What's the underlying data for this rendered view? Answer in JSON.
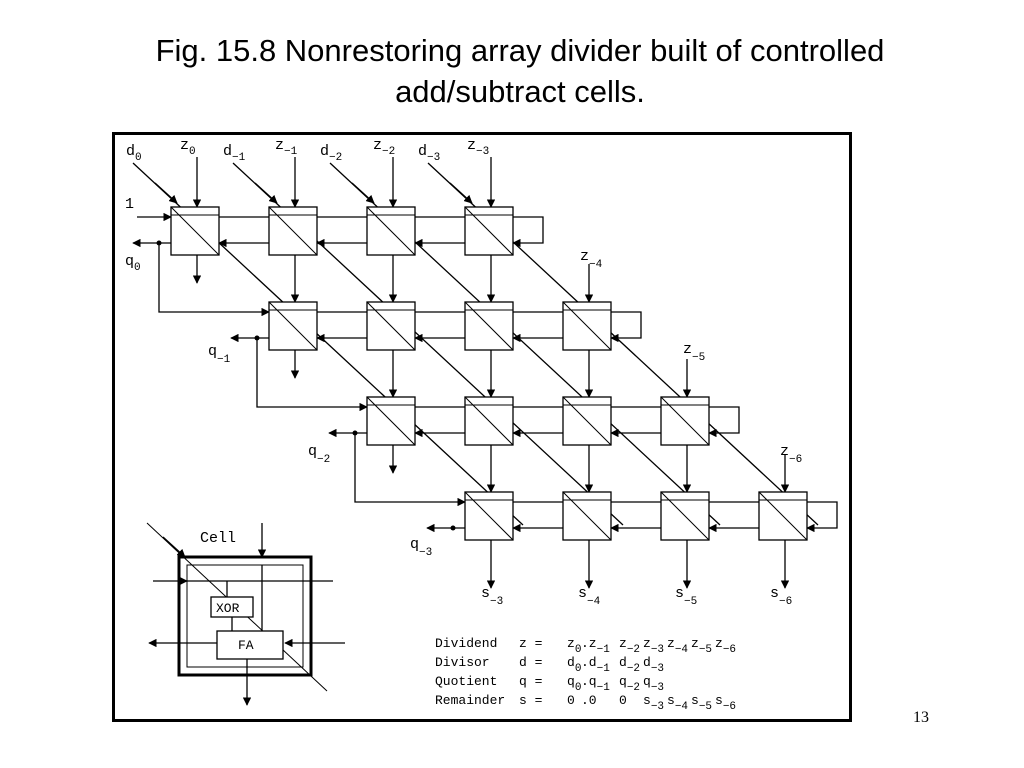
{
  "title": {
    "line1": "Fig. 15.8 Nonrestoring array divider built of controlled",
    "line2": "add/subtract cells."
  },
  "page_number": "13",
  "top_inputs": [
    {
      "base": "d",
      "sub": "0"
    },
    {
      "base": "z",
      "sub": "0"
    },
    {
      "base": "d",
      "sub": "−1"
    },
    {
      "base": "z",
      "sub": "−1"
    },
    {
      "base": "d",
      "sub": "−2"
    },
    {
      "base": "z",
      "sub": "−2"
    },
    {
      "base": "d",
      "sub": "−3"
    },
    {
      "base": "z",
      "sub": "−3"
    }
  ],
  "row_inputs": [
    {
      "base": "z",
      "sub": "−4"
    },
    {
      "base": "z",
      "sub": "−5"
    },
    {
      "base": "z",
      "sub": "−6"
    }
  ],
  "control_input": "1",
  "quotient_outputs": [
    {
      "base": "q",
      "sub": "0"
    },
    {
      "base": "q",
      "sub": "−1"
    },
    {
      "base": "q",
      "sub": "−2"
    },
    {
      "base": "q",
      "sub": "−3"
    }
  ],
  "remainder_outputs": [
    {
      "base": "s",
      "sub": "−3"
    },
    {
      "base": "s",
      "sub": "−4"
    },
    {
      "base": "s",
      "sub": "−5"
    },
    {
      "base": "s",
      "sub": "−6"
    }
  ],
  "cell_legend": {
    "title": "Cell",
    "xor": "XOR",
    "fa": "FA"
  },
  "notation_table": [
    {
      "name": "Dividend",
      "lhs": "z =",
      "digits": [
        {
          "b": "z",
          "s": "0"
        },
        {
          "b": ".z",
          "s": "−1"
        },
        {
          "b": "z",
          "s": "−2"
        },
        {
          "b": "z",
          "s": "−3"
        },
        {
          "b": "z",
          "s": "−4"
        },
        {
          "b": "z",
          "s": "−5"
        },
        {
          "b": "z",
          "s": "−6"
        }
      ]
    },
    {
      "name": "Divisor",
      "lhs": "d =",
      "digits": [
        {
          "b": "d",
          "s": "0"
        },
        {
          "b": ".d",
          "s": "−1"
        },
        {
          "b": "d",
          "s": "−2"
        },
        {
          "b": "d",
          "s": "−3"
        }
      ]
    },
    {
      "name": "Quotient",
      "lhs": "q =",
      "digits": [
        {
          "b": "q",
          "s": "0"
        },
        {
          "b": ".q",
          "s": "−1"
        },
        {
          "b": "q",
          "s": "−2"
        },
        {
          "b": "q",
          "s": "−3"
        }
      ]
    },
    {
      "name": "Remainder",
      "lhs": "s =",
      "digits": [
        {
          "b": "0",
          "s": ""
        },
        {
          "b": ".0",
          "s": ""
        },
        {
          "b": "0",
          "s": ""
        },
        {
          "b": "s",
          "s": "−3"
        },
        {
          "b": "s",
          "s": "−4"
        },
        {
          "b": "s",
          "s": "−5"
        },
        {
          "b": "s",
          "s": "−6"
        }
      ]
    }
  ]
}
